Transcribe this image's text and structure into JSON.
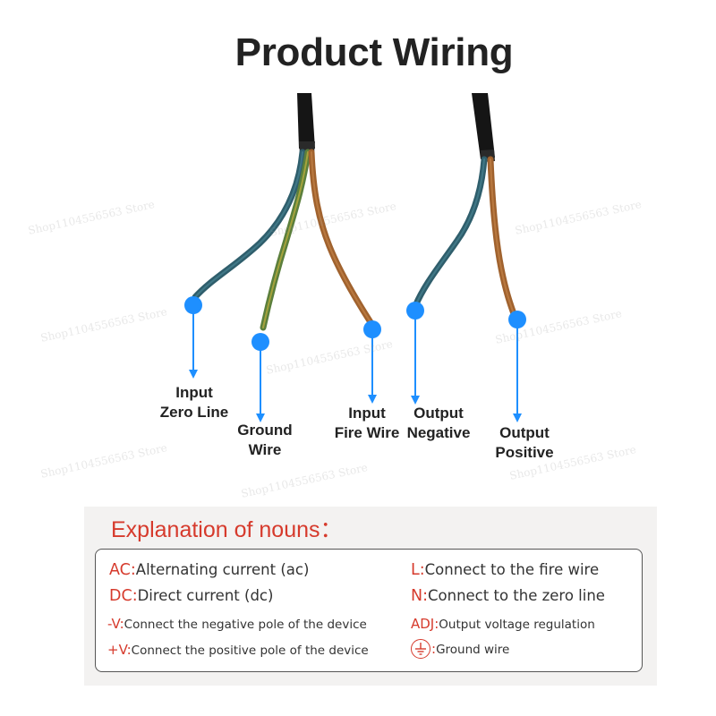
{
  "title": "Product Wiring",
  "watermark": "Shop1104556563 Store",
  "colors": {
    "accent_red": "#d63a2c",
    "marker_blue": "#1e8fff",
    "wire_blue": "#2f5e6c",
    "wire_brown": "#a0622e",
    "wire_ground": "#5b7f3c",
    "cable_black": "#151515"
  },
  "wires": [
    {
      "id": "input-zero",
      "label_lines": [
        "Input",
        "Zero Line"
      ],
      "color": "wire_blue"
    },
    {
      "id": "ground",
      "label_lines": [
        "Ground",
        "Wire"
      ],
      "color": "wire_ground"
    },
    {
      "id": "input-fire",
      "label_lines": [
        "Input",
        "Fire Wire"
      ],
      "color": "wire_brown"
    },
    {
      "id": "output-negative",
      "label_lines": [
        "Output",
        "Negative"
      ],
      "color": "wire_blue"
    },
    {
      "id": "output-positive",
      "label_lines": [
        "Output",
        "Positive"
      ],
      "color": "wire_brown"
    }
  ],
  "explanation": {
    "title": "Explanation of nouns：",
    "left": [
      {
        "term": "AC:",
        "desc": "Alternating current (ac)"
      },
      {
        "term": "DC:",
        "desc": "Direct current (dc)"
      },
      {
        "term": "-V:",
        "desc": "Connect the negative pole of the device"
      },
      {
        "term": "+V:",
        "desc": "Connect the positive pole of the device"
      }
    ],
    "right": [
      {
        "term": "L:",
        "desc": "Connect to the fire wire"
      },
      {
        "term": "N:",
        "desc": "Connect to the zero line"
      },
      {
        "term": "ADJ:",
        "desc": "Output voltage regulation"
      },
      {
        "term": ":",
        "desc": "Ground wire",
        "icon": "ground-symbol-icon"
      }
    ]
  }
}
